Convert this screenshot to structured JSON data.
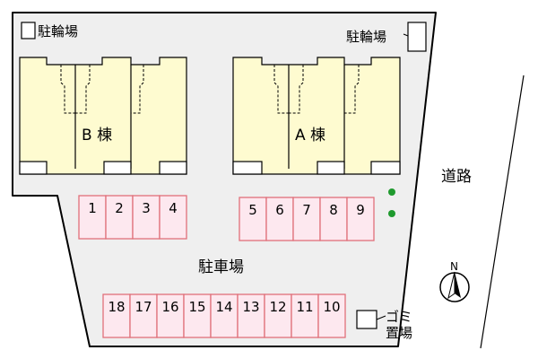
{
  "labels": {
    "bike_parking_left": "駐輪場",
    "bike_parking_right": "駐輪場",
    "building_b": "B 棟",
    "building_a": "A 棟",
    "road": "道路",
    "parking_lot": "駐車場",
    "garbage_line1": "ゴミ",
    "garbage_line2": "置場",
    "north": "N"
  },
  "parking": {
    "row1": [
      "1",
      "2",
      "3",
      "4"
    ],
    "row2": [
      "5",
      "6",
      "7",
      "8",
      "9"
    ],
    "row3": [
      "18",
      "17",
      "16",
      "15",
      "14",
      "13",
      "12",
      "11",
      "10"
    ]
  },
  "colors": {
    "lot": "#efefef",
    "building": "#fefbd0",
    "slot_fill": "#fde8ef",
    "slot_stroke": "#e0707a",
    "tree": "#1f9a2e"
  }
}
